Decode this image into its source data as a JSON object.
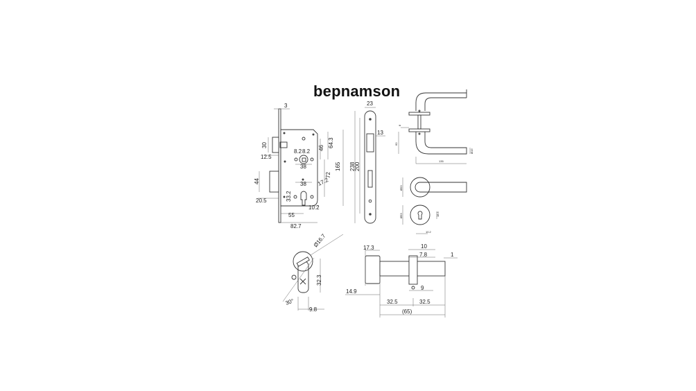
{
  "title": "bepnamson",
  "lock_body": {
    "dims": [
      "3",
      "30",
      "12.5",
      "44",
      "20.5",
      "55",
      "82.7",
      "8.2",
      "8.2",
      "46",
      "64.3",
      "38",
      "165",
      "72",
      "38",
      "17.2",
      "33.2",
      "10.2"
    ]
  },
  "strike_plate": {
    "dims": [
      "23",
      "13",
      "238",
      "200"
    ]
  },
  "handle": {
    "dims": [
      "8",
      "60",
      "Ø19",
      "135",
      "Ø53",
      "Ø53",
      "18.5",
      "10.2"
    ]
  },
  "cylinder_front": {
    "dims": [
      "Ø16.7",
      "32.3",
      "30°",
      "9.8"
    ]
  },
  "cylinder_side": {
    "dims": [
      "17.3",
      "10",
      "7.8",
      "1",
      "14.9",
      "9",
      "32.5",
      "32.5",
      "(65)"
    ]
  }
}
